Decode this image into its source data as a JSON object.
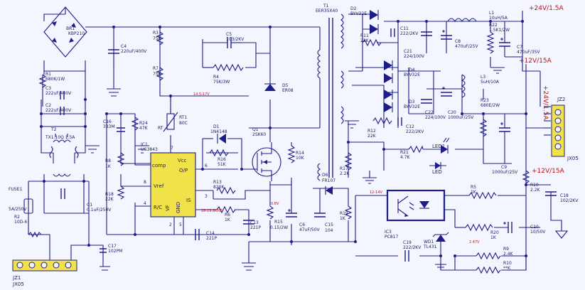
{
  "components": {
    "br1": [
      "BR1",
      "KBP210"
    ],
    "c4": [
      "C4",
      "220uF/400V"
    ],
    "r1": [
      "R1",
      "680K/1W"
    ],
    "c3": [
      "C3",
      "222uF/400V"
    ],
    "c2": [
      "C2",
      "222uF/400V"
    ],
    "t2": [
      "T2",
      "TX1.10Q 1.5A"
    ],
    "fuse1": [
      "FUSE1",
      "5A/250V"
    ],
    "r2": [
      "R2",
      "10D-6"
    ],
    "c1": [
      "C1",
      "0.1uF/250V"
    ],
    "c17": [
      "C17",
      "102PM"
    ],
    "jz1": [
      "JZ1",
      "JX05"
    ],
    "r3": [
      "R3",
      "75K"
    ],
    "r7": [
      "R7",
      "75K"
    ],
    "c5": [
      "C5",
      "103/2KV"
    ],
    "r4": [
      "R4",
      "75K/3W"
    ],
    "d5": [
      "D5",
      "ER08"
    ],
    "t1": [
      "T1",
      "EER35X40"
    ],
    "rt1": [
      "RT1",
      "80C"
    ],
    "d1": [
      "D1",
      "1N4148"
    ],
    "r16": [
      "R16",
      "51K"
    ],
    "q1": [
      "Q1",
      "2SK60"
    ],
    "r14": [
      "R14",
      "10K"
    ],
    "ic1": [
      "IC1",
      "UC3843"
    ],
    "r24": [
      "R24",
      "47K"
    ],
    "c16": [
      "C16",
      "333M"
    ],
    "r8": [
      "R8",
      "1K"
    ],
    "r18": [
      "R18",
      "22K"
    ],
    "r13": [
      "R13",
      "820K"
    ],
    "r6": [
      "R6",
      "1K"
    ],
    "c14": [
      "C14",
      "221P"
    ],
    "c13": [
      "C13",
      "221P"
    ],
    "r15": [
      "R15",
      "0.15/2W"
    ],
    "c6": [
      "C6",
      "47uF/50V"
    ],
    "c15": [
      "C15",
      "104"
    ],
    "d6": [
      "D6",
      "FR107"
    ],
    "r17": [
      "R17",
      "2.2K"
    ],
    "r19": [
      "R19",
      "1K"
    ],
    "d2": [
      "D2",
      "BYV32E"
    ],
    "r11": [
      "R11",
      "22K"
    ],
    "c11": [
      "C11",
      "222/2KV"
    ],
    "c21": [
      "C21",
      "224/100V"
    ],
    "c8": [
      "C8",
      "470uF/25V"
    ],
    "l1": [
      "L1",
      "10uH/5A"
    ],
    "r22": [
      "R22",
      "1.5K1/2W"
    ],
    "c7": [
      "C7",
      "470uF/35V"
    ],
    "d4": [
      "D4",
      "BYV32E"
    ],
    "d3": [
      "D3",
      "BYV32E"
    ],
    "c22": [
      "C22",
      "224/100V"
    ],
    "c20": [
      "C20",
      "1000uF/25V"
    ],
    "l3": [
      "L3",
      "5uH/10A"
    ],
    "r23": [
      "R23",
      "680E/2W"
    ],
    "c9": [
      "C9",
      "1000uF/25V"
    ],
    "r12": [
      "R12",
      "22K"
    ],
    "c12": [
      "C12",
      "222/2KV"
    ],
    "r21": [
      "R21",
      "4.7K"
    ],
    "led1": [
      "LED1",
      "LED"
    ],
    "r5": [
      "R5",
      "1K"
    ],
    "r10": [
      "R10",
      "2.2K"
    ],
    "c18": [
      "C18",
      "102/2KV"
    ],
    "ic3": [
      "IC3",
      "PC817"
    ],
    "r20": [
      "R20",
      "1K"
    ],
    "c19": [
      "C19",
      "222/2KV"
    ],
    "wd1": [
      "WD1",
      "TL431"
    ],
    "r9": [
      "R9",
      "2.4K"
    ],
    "r40": [
      "R10",
      "**K"
    ],
    "c10": [
      "C10",
      "10/50V"
    ],
    "jz2": [
      "JZ2",
      "JX05"
    ]
  },
  "ic1_pins": {
    "comp": "comp",
    "vcc": "Vcc",
    "op": "O/P",
    "vref": "Vref",
    "rc": "R/C",
    "vf": "VF",
    "gnd": "GND",
    "is": "IS",
    "n7": "7",
    "n6": "6",
    "n8": "8",
    "n3": "3",
    "n4": "4",
    "n5": "5",
    "n2": "2"
  },
  "rt1_mark": "RT",
  "annotations": {
    "red_v1": "14.5-17V",
    "red_v2": "26-29.8KHZ",
    "red_v3": "0.8V",
    "red_v4": "12-14V",
    "red_v5": "2.47V"
  },
  "outputs": {
    "v24": "+24V/1.5A",
    "v12a": "+12V/15A",
    "v12b": "+12V/15A",
    "v24_vertical": "+24V/1.5A"
  }
}
